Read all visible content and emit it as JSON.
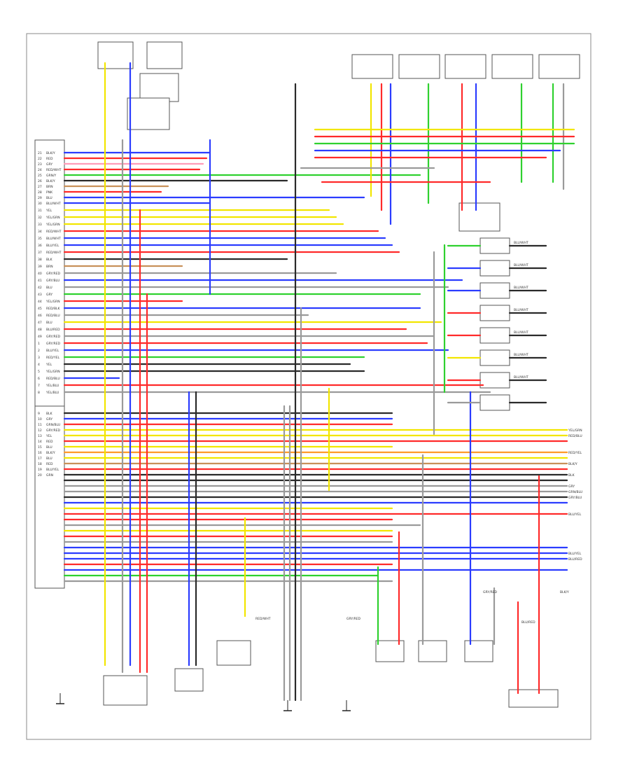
{
  "diagram": {
    "page_id": "",
    "pin_labels": [
      {
        "pin": "21",
        "wire": "BLK/Y"
      },
      {
        "pin": "22",
        "wire": "RED"
      },
      {
        "pin": "23",
        "wire": "GRY"
      },
      {
        "pin": "24",
        "wire": "RED/WHT"
      },
      {
        "pin": "25",
        "wire": "GRN/Y"
      },
      {
        "pin": "26",
        "wire": "BLK/Y"
      },
      {
        "pin": "27",
        "wire": "BRN"
      },
      {
        "pin": "28",
        "wire": "PNK"
      },
      {
        "pin": "29",
        "wire": "BLU"
      },
      {
        "pin": "30",
        "wire": "BLU/WHT"
      },
      {
        "pin": "31",
        "wire": "YEL"
      },
      {
        "pin": "32",
        "wire": "YEL/GRN"
      },
      {
        "pin": "33",
        "wire": "YEL/GRN"
      },
      {
        "pin": "34",
        "wire": "RED/WHT"
      },
      {
        "pin": "35",
        "wire": "BLU/WHT"
      },
      {
        "pin": "36",
        "wire": "BLU/YEL"
      },
      {
        "pin": "37",
        "wire": "RED/WHT"
      },
      {
        "pin": "38",
        "wire": "BLK"
      },
      {
        "pin": "39",
        "wire": "BRN"
      },
      {
        "pin": "40",
        "wire": "GRY/RED"
      },
      {
        "pin": "41",
        "wire": "GRY/BLU"
      },
      {
        "pin": "42",
        "wire": "BLU"
      },
      {
        "pin": "43",
        "wire": "GRY"
      },
      {
        "pin": "44",
        "wire": "YEL/GRN"
      },
      {
        "pin": "45",
        "wire": "RED/BLK"
      },
      {
        "pin": "46",
        "wire": "RED/BLU"
      },
      {
        "pin": "47",
        "wire": "BLU"
      },
      {
        "pin": "48",
        "wire": "BLU/RED"
      },
      {
        "pin": "49",
        "wire": "GRY/RED"
      },
      {
        "pin": "1",
        "wire": "GRY/RED"
      },
      {
        "pin": "2",
        "wire": "BLU/YEL"
      },
      {
        "pin": "3",
        "wire": "RED/YEL"
      },
      {
        "pin": "4",
        "wire": "YEL"
      },
      {
        "pin": "5",
        "wire": "YEL/GRN"
      },
      {
        "pin": "6",
        "wire": "RED/BLU"
      },
      {
        "pin": "7",
        "wire": "YEL/BLU"
      },
      {
        "pin": "8",
        "wire": "YEL/BLU"
      },
      {
        "pin": "9",
        "wire": "BLK"
      },
      {
        "pin": "10",
        "wire": "GRY"
      },
      {
        "pin": "11",
        "wire": "GRN/BLU"
      },
      {
        "pin": "12",
        "wire": "GRY/RED"
      },
      {
        "pin": "13",
        "wire": "YEL"
      },
      {
        "pin": "14",
        "wire": "RED"
      },
      {
        "pin": "15",
        "wire": "BLU"
      },
      {
        "pin": "16",
        "wire": "BLK/Y"
      },
      {
        "pin": "17",
        "wire": "BLU"
      },
      {
        "pin": "18",
        "wire": "RED"
      },
      {
        "pin": "19",
        "wire": "BLU/YEL"
      },
      {
        "pin": "20",
        "wire": "GRN"
      }
    ],
    "right_wires": [
      "YEL/GRN",
      "RED/BLU",
      "RED/YEL",
      "BLK/Y",
      "BLK",
      "GRY",
      "GRN/BLU",
      "GRY/BLU",
      "BLU/YEL",
      "BLU/YEL",
      "BLU/RED"
    ],
    "injector_labels": [
      "BLU/WHT",
      "BLU/WHT",
      "BLU/WHT",
      "BLU/WHT",
      "BLU/WHT",
      "BLU/WHT",
      "BLU/WHT"
    ],
    "lower_labels": [
      "RED/WHT",
      "GRY/RED",
      "GRY/RED",
      "BLK/Y",
      "BLU/RED"
    ],
    "colors": {
      "yellow": "#f2e600",
      "red": "#ff2a2a",
      "blue": "#2b3cff",
      "green": "#2fd12f",
      "black": "#2a2a2a",
      "gray": "#9a9a9a",
      "brown": "#c8915a",
      "pink": "#ff9cb8",
      "orange": "#ff9a2a",
      "white": "#dddddd"
    }
  }
}
